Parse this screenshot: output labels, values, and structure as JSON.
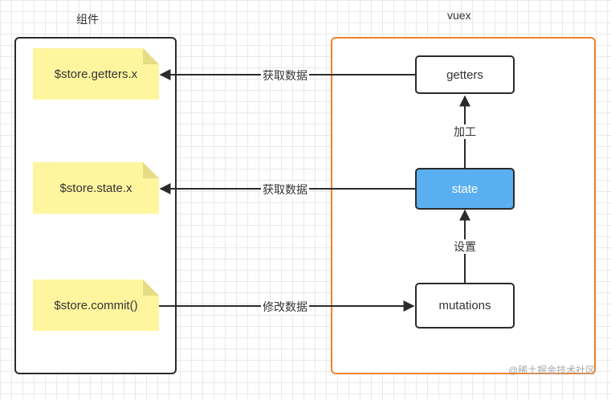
{
  "left_title": "组件",
  "right_title": "vuex",
  "notes": {
    "getters": "$store.getters.x",
    "state": "$store.state.x",
    "commit": "$store.commit()"
  },
  "nodes": {
    "getters": "getters",
    "state": "state",
    "mutations": "mutations"
  },
  "edges": {
    "getters_to_component": "获取数据",
    "state_to_component": "获取数据",
    "component_to_mutations": "修改数据",
    "state_to_getters": "加工",
    "mutations_to_state": "设置"
  },
  "colors": {
    "state_fill": "#5aaff0",
    "note_fill": "#fff59e",
    "vuex_border": "#f0832a"
  },
  "watermark": "@稀土掘金技术社区"
}
